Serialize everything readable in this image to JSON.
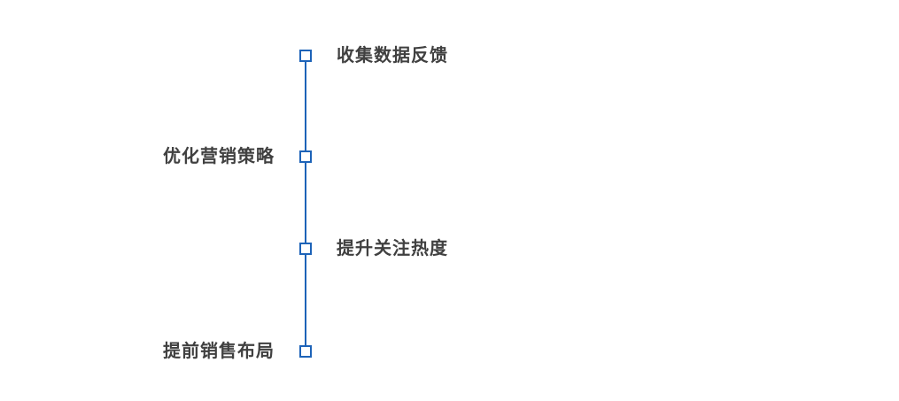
{
  "diagram": {
    "type": "vertical-timeline",
    "colors": {
      "accent": "#1d63b8",
      "node_fill": "#ffffff",
      "label": "#404040",
      "background": "#ffffff"
    },
    "items": [
      {
        "label": "收集数据反馈",
        "side": "right"
      },
      {
        "label": "优化营销策略",
        "side": "left"
      },
      {
        "label": "提升关注热度",
        "side": "right"
      },
      {
        "label": "提前销售布局",
        "side": "left"
      }
    ]
  }
}
